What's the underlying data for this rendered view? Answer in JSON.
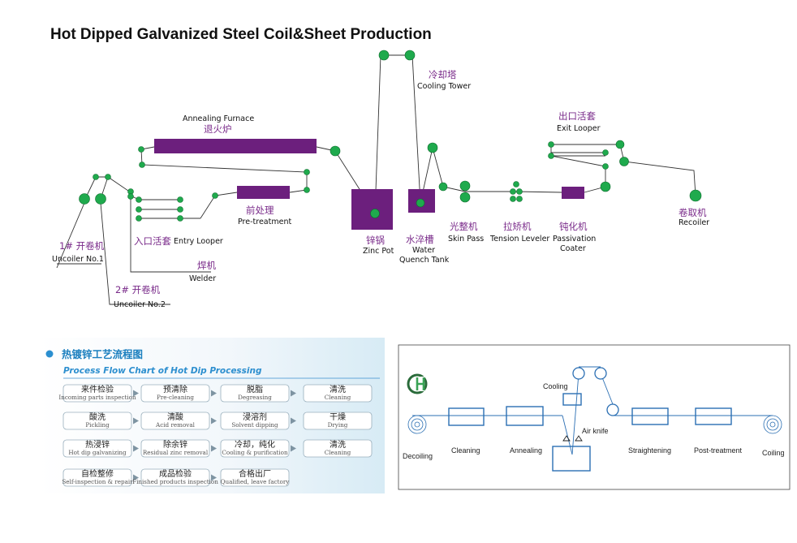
{
  "title": "Hot Dipped Galvanized Steel Coil&Sheet Production",
  "line": {
    "annealing": {
      "en": "Annealing Furnace",
      "cn": "退火炉"
    },
    "cooling_tower": {
      "cn": "冷却塔",
      "en": "Cooling Tower"
    },
    "exit_looper": {
      "cn": "出口活套",
      "en": "Exit Looper"
    },
    "pretreatment": {
      "cn": "前处理",
      "en": "Pre-treatment"
    },
    "entry_looper": {
      "cn": "入口活套",
      "en": "Entry  Looper"
    },
    "welder": {
      "cn": "焊机",
      "en": "Welder"
    },
    "uncoiler1": {
      "cn": "1# 开卷机",
      "en": "Uncoiler No.1"
    },
    "uncoiler2": {
      "cn": "2# 开卷机",
      "en": "Uncoiler No.2"
    },
    "zinc_pot": {
      "cn": "锌锅",
      "en": "Zinc Pot"
    },
    "quench": {
      "cn": "水淬槽",
      "en1": "Water",
      "en2": "Quench Tank"
    },
    "skin_pass": {
      "cn": "光整机",
      "en": "Skin Pass"
    },
    "tension": {
      "cn": "拉矫机",
      "en": "Tension Leveler"
    },
    "passivation": {
      "cn": "钝化机",
      "en1": "Passivation",
      "en2": "Coater"
    },
    "recoiler": {
      "cn": "卷取机",
      "en": "Recoiler"
    }
  },
  "flow": {
    "title_cn": "热镀锌工艺流程图",
    "title_en": "Process Flow Chart of Hot Dip Processing",
    "rows": [
      [
        {
          "cn": "来件检验",
          "en": "Incoming parts inspection"
        },
        {
          "cn": "预清除",
          "en": "Pre-cleaning"
        },
        {
          "cn": "脱脂",
          "en": "Degreasing"
        },
        {
          "cn": "清洗",
          "en": "Cleaning"
        }
      ],
      [
        {
          "cn": "酸洗",
          "en": "Pickling"
        },
        {
          "cn": "清酸",
          "en": "Acid removal"
        },
        {
          "cn": "浸溶剂",
          "en": "Solvent dipping"
        },
        {
          "cn": "干燥",
          "en": "Drying"
        }
      ],
      [
        {
          "cn": "热浸锌",
          "en": "Hot dip galvanizing"
        },
        {
          "cn": "除余锌",
          "en": "Residual zinc removal"
        },
        {
          "cn": "冷却，纯化",
          "en": "Cooling & purification"
        },
        {
          "cn": "清洗",
          "en": "Cleaning"
        }
      ],
      [
        {
          "cn": "自检整修",
          "en": "Self-inspection & repair"
        },
        {
          "cn": "成品检验",
          "en": "Finished products inspection"
        },
        {
          "cn": "合格出厂",
          "en": "Qualified, leave factory"
        }
      ]
    ]
  },
  "schematic": {
    "cooling": "Cooling",
    "air_knife": "Air knife",
    "decoiling": "Decoiling",
    "cleaning": "Cleaning",
    "annealing": "Annealing",
    "straightening": "Straightening",
    "post_treatment": "Post-treatment",
    "coiling": "Coiling"
  }
}
